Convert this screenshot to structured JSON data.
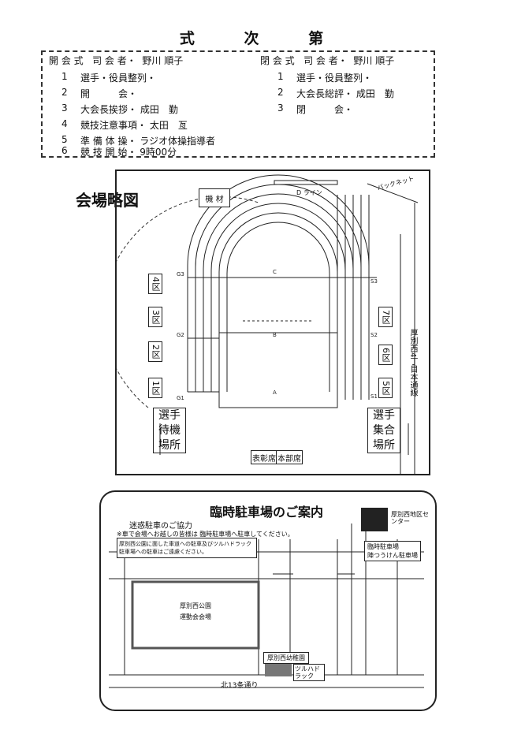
{
  "title": "式 次 第",
  "program": {
    "opening": {
      "header": "開 会 式",
      "mc_label": "司 会 者・",
      "mc_name": "野川 順子",
      "items": [
        {
          "num": "1",
          "text": "選手・役員整列・"
        },
        {
          "num": "2",
          "text": "開　　　会・"
        },
        {
          "num": "3",
          "text": "大会長挨拶・ 成田　勤"
        },
        {
          "num": "4",
          "text": "競技注意事項・ 太田　亙"
        },
        {
          "num": "5",
          "text": "準 備 体 操・ ラジオ体操指導者"
        },
        {
          "num": "6",
          "text": "競 技 開 始・ 9時00分"
        }
      ]
    },
    "closing": {
      "header": "閉 会 式",
      "mc_label": "司 会 者・",
      "mc_name": "野川 順子",
      "items": [
        {
          "num": "1",
          "text": "選手・役員整列・"
        },
        {
          "num": "2",
          "text": "大会長総評・ 成田　勤"
        },
        {
          "num": "3",
          "text": "閉　　　会・"
        }
      ]
    }
  },
  "venue": {
    "title": "会場略図",
    "equipment": "機 材",
    "d_line": "D ライン",
    "backnet": "バックネット",
    "zones": [
      "4区",
      "3区",
      "2区",
      "1区",
      "7区",
      "6区",
      "5区"
    ],
    "waiting_area": "選手\n待機\n場所",
    "gathering_area": "選手\n集合\n場所",
    "award_seat": "表彰席",
    "hq_seat": "本部席",
    "road": "厚別西4丁目本通線",
    "marks": [
      "G3",
      "G2",
      "G1",
      "S3",
      "S2",
      "S1",
      "A",
      "B",
      "C"
    ]
  },
  "parking": {
    "title": "臨時駐車場のご案内",
    "subtitle": "迷惑駐車のご協力",
    "note": "※車で会場へお越しの皆様は 臨時駐車場へ駐車してください。",
    "warning": "厚別西公園に面した車道への駐車及びツルハドラック駐車場への駐車はご遠慮ください。",
    "center": "厚別西地区センター",
    "temp_parking": "臨時駐車場",
    "temp_parking_sub": "陣つうけん駐車場",
    "park": "厚別西公園\n運動会会場",
    "kindergarten": "厚別西幼稚園",
    "drugstore": "ツルハドラック",
    "street": "北13条通り"
  }
}
